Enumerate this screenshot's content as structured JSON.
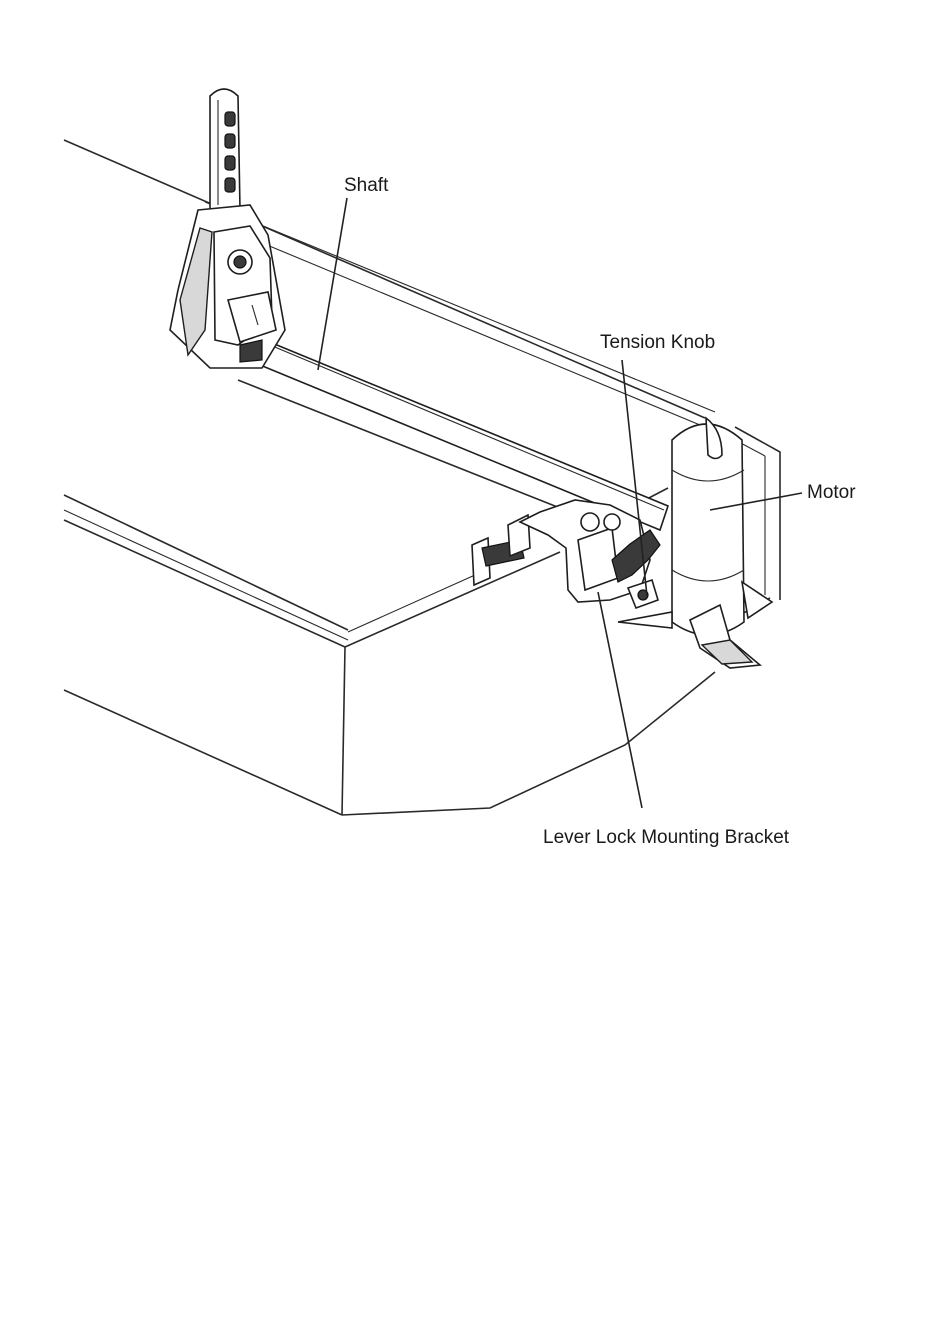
{
  "labels": {
    "shaft": "Shaft",
    "tension_knob": "Tension Knob",
    "motor": "Motor",
    "bracket": "Lever Lock Mounting Bracket"
  },
  "colors": {
    "line": "#2a2a2a",
    "background": "#ffffff"
  }
}
